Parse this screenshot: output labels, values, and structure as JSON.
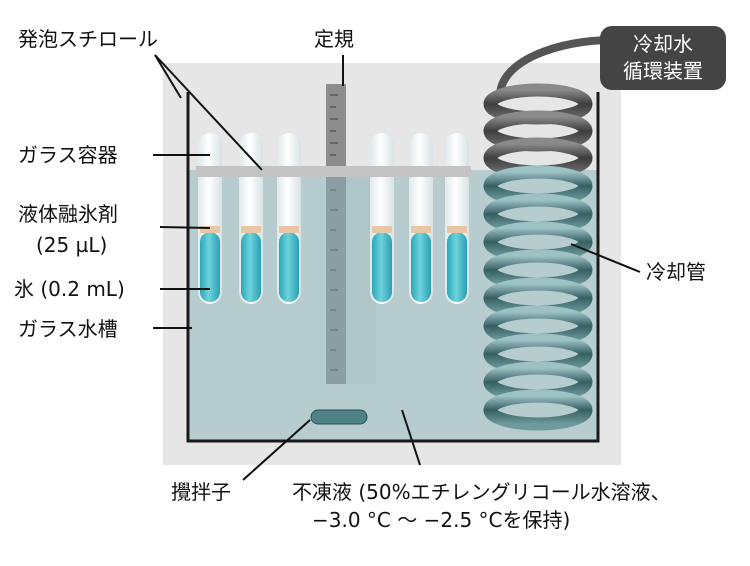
{
  "labels": {
    "styrofoam": "発泡スチロール",
    "ruler": "定規",
    "chiller_line1": "冷却水",
    "chiller_line2": "循環装置",
    "glass_vessel": "ガラス容器",
    "liquid_cryoprotectant_line1": "液体融氷剤",
    "liquid_cryoprotectant_line2": "(25 µL)",
    "ice": "氷 (0.2 mL)",
    "glass_bath": "ガラス水槽",
    "cooling_tube": "冷却管",
    "stir_bar": "攪拌子",
    "antifreeze_line1": "不凍液 (50%エチレングリコール水溶液、",
    "antifreeze_line2": "−3.0 °C 〜 −2.5 °Cを保持)"
  },
  "colors": {
    "styrofoam": "#e6e6e6",
    "bath_liquid": "#b7cccf",
    "ice_cyan": "#41b9c8",
    "cryoprotectant_layer": "#e7c7a6",
    "tube_glass": "#f4f7f8",
    "coil_dark": "#555555",
    "coil_teal": "#4a7a7e",
    "callout_bg": "#444444"
  }
}
